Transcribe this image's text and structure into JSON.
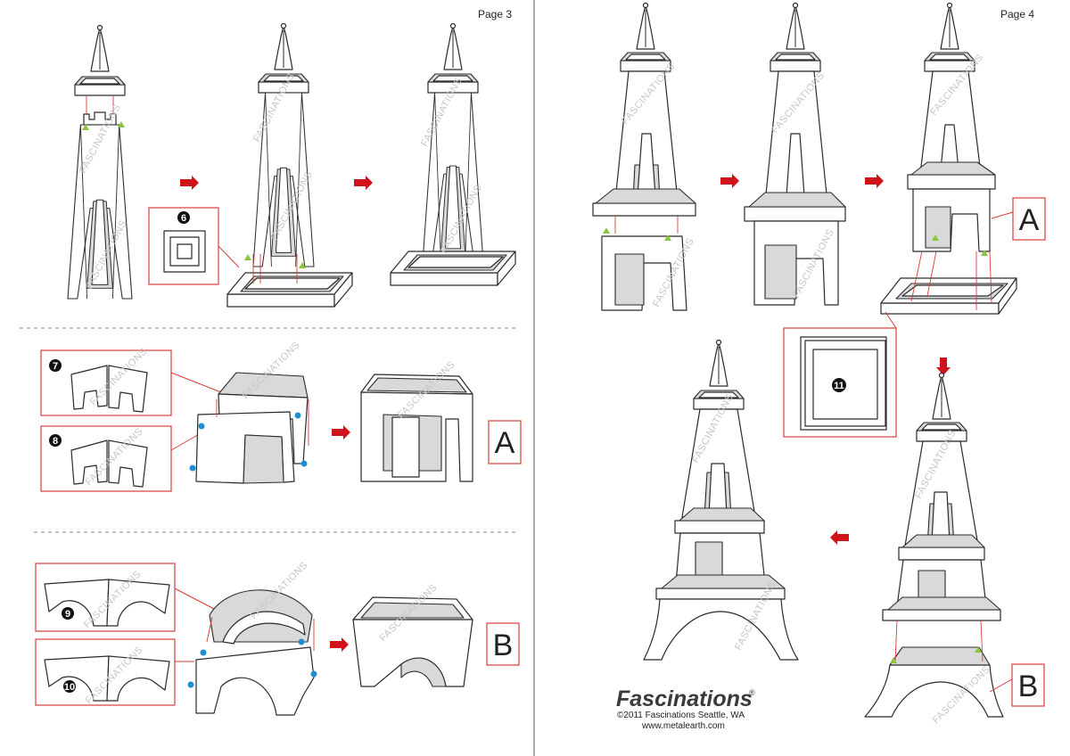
{
  "pages": [
    {
      "label": "Page 3"
    },
    {
      "label": "Page 4"
    }
  ],
  "steps": [
    "6",
    "7",
    "8",
    "9",
    "10",
    "11"
  ],
  "assembly_labels": {
    "a": "A",
    "b": "B"
  },
  "watermark": "FASCINATIONS",
  "footer": {
    "brand": "Fascinations",
    "registered": "®",
    "copyright": "©2011 Fascinations Seattle, WA",
    "website": "www.metalearth.com"
  },
  "colors": {
    "arrow": "#d0121b",
    "callout_border": "#d93c3c",
    "tab_marker_green": "#8cc63f",
    "tab_marker_blue": "#1d8fd1",
    "inner_shading": "#d9d9d9"
  }
}
